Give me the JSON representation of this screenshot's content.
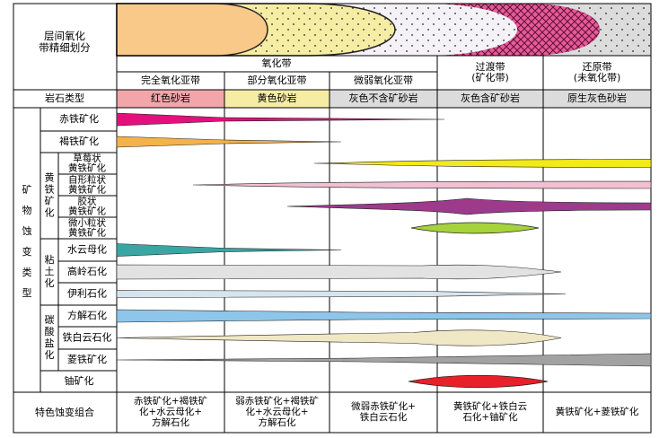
{
  "header": {
    "zoning_label": [
      "层间氧化",
      "带精细划分"
    ],
    "oxidation_zone": "氧化带",
    "subzones": [
      "完全氧化亚带",
      "部分氧化亚带",
      "微弱氧化亚带"
    ],
    "transition_zone": [
      "过渡带",
      "(矿化带)"
    ],
    "reduction_zone": [
      "还原带",
      "(未氧化带)"
    ]
  },
  "rock_type": {
    "label": "岩石类型",
    "values": [
      "红色砂岩",
      "黄色砂岩",
      "灰色不含矿砂岩",
      "灰色含矿砂岩",
      "原生灰色砂岩"
    ],
    "colors": [
      "#f2a6aa",
      "#f6eda5",
      "#dcdcdc",
      "#dcdcdc",
      "#dcdcdc"
    ]
  },
  "alteration": {
    "label_chars": [
      "矿",
      "物",
      "蚀",
      "变",
      "类",
      "型"
    ],
    "groups": [
      {
        "name_chars": [
          "黄",
          "铁",
          "矿",
          "化"
        ]
      },
      {
        "name_chars": [
          "粘",
          "土",
          "化"
        ]
      },
      {
        "name_chars": [
          "碳",
          "酸",
          "盐",
          "化"
        ]
      }
    ],
    "rows": [
      {
        "label": [
          "赤铁矿化"
        ],
        "color": "#e4107e"
      },
      {
        "label": [
          "褐铁矿化"
        ],
        "color": "#f4b24a"
      },
      {
        "label": [
          "草莓状",
          "黄铁矿化"
        ],
        "color": "#f2ea1a"
      },
      {
        "label": [
          "自形粒状",
          "黄铁矿化"
        ],
        "color": "#f2c0d2"
      },
      {
        "label": [
          "胶状",
          "黄铁矿化"
        ],
        "color": "#9e3a8c"
      },
      {
        "label": [
          "微小粒状",
          "黄铁矿化"
        ],
        "color": "#a6d23c"
      },
      {
        "label": [
          "水云母化"
        ],
        "color": "#3aa6a4"
      },
      {
        "label": [
          "高岭石化"
        ],
        "color": "#e2e2e2"
      },
      {
        "label": [
          "伊利石化"
        ],
        "color": "#d6e4ee"
      },
      {
        "label": [
          "方解石化"
        ],
        "color": "#8ec6ea"
      },
      {
        "label": [
          "铁白云石化"
        ],
        "color": "#f0e8c4"
      },
      {
        "label": [
          "菱铁矿化"
        ],
        "color": "#a2a2a2"
      },
      {
        "label": [
          "铀矿化"
        ],
        "color": "#e8202a"
      }
    ]
  },
  "assemblage": {
    "label": "特色蚀变组合",
    "values": [
      [
        "赤铁矿化+褐铁矿",
        "化+水云母化+",
        "方解石化"
      ],
      [
        "弱赤铁矿化+褐铁矿",
        "化+水云母化+",
        "方解石化"
      ],
      [
        "微弱赤铁矿化+",
        "铁白云石化"
      ],
      [
        "黄铁矿化+铁白云",
        "石化+铀矿化"
      ],
      [
        "黄铁矿化+菱铁矿化"
      ]
    ]
  },
  "colors": {
    "orange_zone": "#f9c98a",
    "yellow_zone": "#f6eda5",
    "white_zone": "#f4f2f6",
    "pink_zone": "#e75a9a",
    "grey_zone": "#dcdcdc"
  }
}
